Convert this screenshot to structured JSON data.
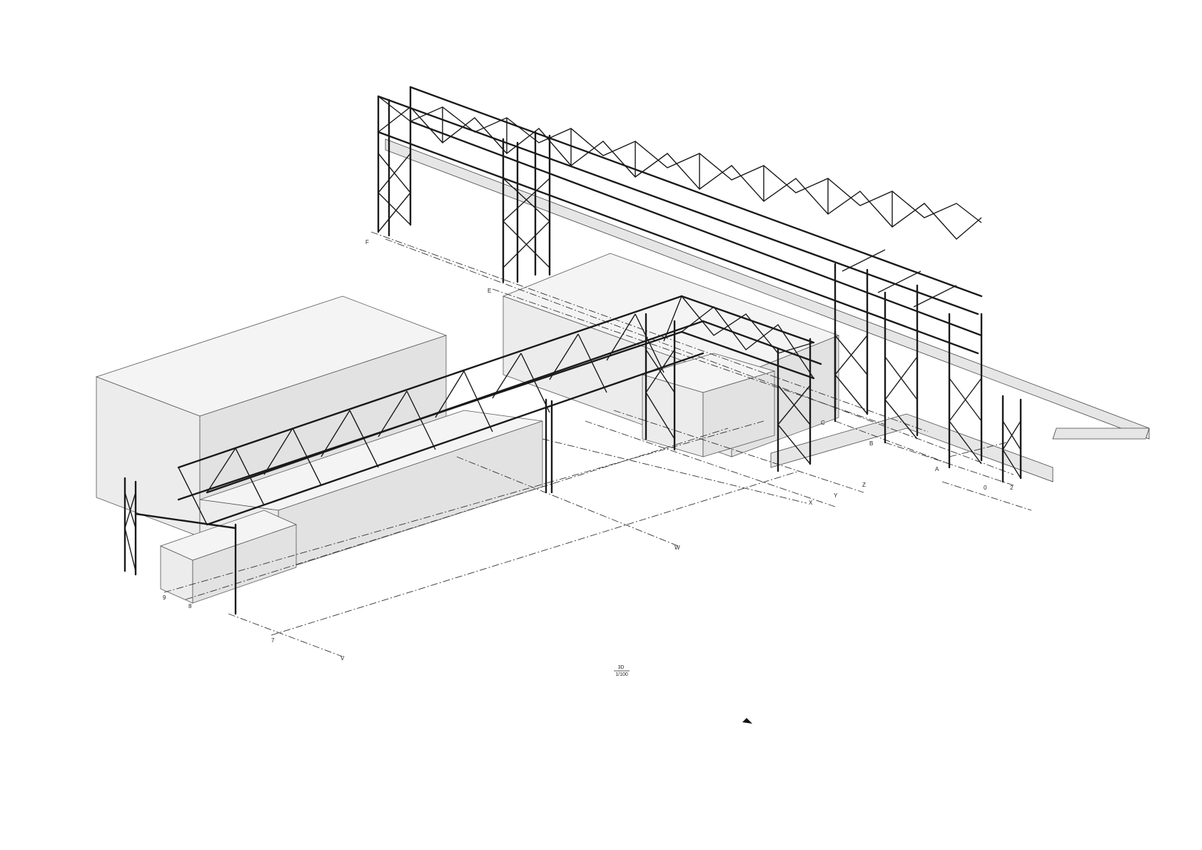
{
  "grid_labels": {
    "F": "F",
    "E": "E",
    "C": "C",
    "B": "B",
    "A": "A",
    "n0": "0",
    "n2": "2",
    "Z": "Z",
    "Y": "Y",
    "X": "X",
    "W": "W",
    "V": "V",
    "n7": "7",
    "n8": "8",
    "n9": "9"
  },
  "view_title": {
    "name": "3D",
    "scale": "1/100"
  },
  "colors": {
    "steel": "#1a1a1a",
    "building": "#ececec",
    "outline": "#555555"
  }
}
